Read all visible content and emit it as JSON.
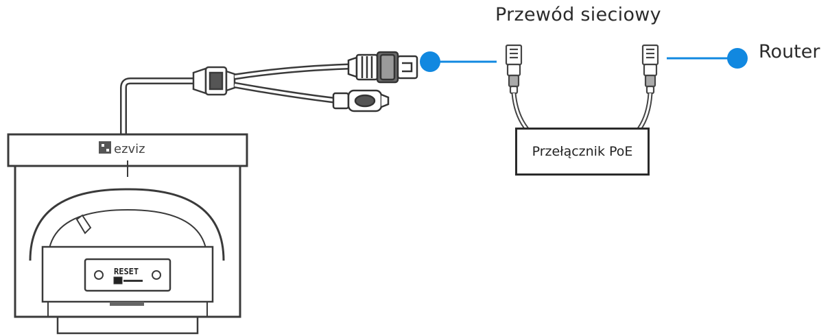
{
  "labels": {
    "network_cable": "Przewód sieciowy",
    "router": "Router",
    "poe_switch": "Przełącznik PoE"
  },
  "camera": {
    "brand": "ezviz",
    "reset_label": "RESET"
  },
  "colors": {
    "connection_dot": "#1188e0",
    "line": "#2a2a2a",
    "camera_outline": "#3a3a3a",
    "text": "#2b2b2b"
  }
}
